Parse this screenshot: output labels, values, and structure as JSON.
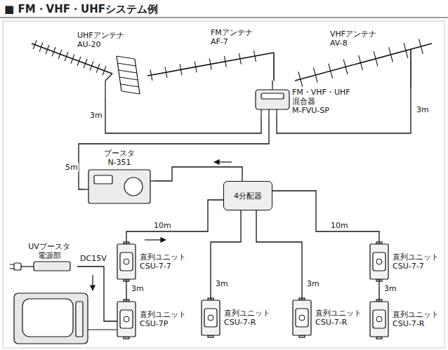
{
  "diagram": {
    "title": "■ FM・VHF・UHFシステム例",
    "nodes": [
      {
        "text": [
          "UHFアンテナ AU-20"
        ]
      },
      {
        "text": [
          "FMアンテナ AF-7"
        ]
      },
      {
        "text": [
          "VHFアンテナ AV-8"
        ]
      },
      {
        "text": [
          "FM・VHF・UHF 混合器 M-FVU-SP"
        ]
      },
      {
        "text": [
          "ブースタ N-351"
        ]
      },
      {
        "text": [
          "4分配器"
        ]
      },
      {
        "text": [
          "直列ユニット CSU-7-7"
        ]
      },
      {
        "text": [
          "直列ユニット CSU-7P"
        ]
      },
      {
        "text": [
          "直列ユニット CSU-7-R"
        ]
      },
      {
        "text": [
          "直列ユニット CSU-7-R"
        ]
      },
      {
        "text": [
          "直列ユニット CSU-7-7"
        ]
      },
      {
        "text": [
          "直列ユニット CSU-7-R"
        ]
      },
      {
        "text": [
          "UVブースタ 電源部"
        ]
      }
    ],
    "edges": [
      {
        "from": 0,
        "to": 3,
        "label": "3m",
        "arrow": "none"
      },
      {
        "from": 1,
        "to": 3,
        "arrow": "none"
      },
      {
        "from": 2,
        "to": 3,
        "label": "3m",
        "arrow": "none"
      },
      {
        "from": 3,
        "to": 4,
        "label": "5m",
        "arrow": "none"
      },
      {
        "from": 4,
        "to": 5,
        "arrow": "none"
      },
      {
        "from": 5,
        "to": 6,
        "label": "10m",
        "arrow": "none"
      },
      {
        "from": 6,
        "to": 7,
        "label": "3m",
        "arrow": "none"
      },
      {
        "from": 5,
        "to": 8,
        "label": "3m",
        "arrow": "none"
      },
      {
        "from": 5,
        "to": 9,
        "label": "3m",
        "arrow": "none"
      },
      {
        "from": 5,
        "to": 10,
        "label": "10m",
        "arrow": "none"
      },
      {
        "from": 10,
        "to": 11,
        "label": "3m",
        "arrow": "none"
      },
      {
        "from": 12,
        "to": 7,
        "label": "DC15V",
        "arrow": "none"
      }
    ]
  }
}
